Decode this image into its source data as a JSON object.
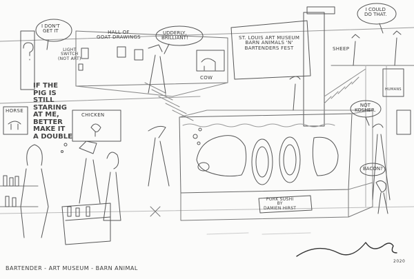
{
  "speech": {
    "dont_get_it": "I DON'T\nGET IT",
    "udderly": "UDDERLY,\nBRILLIANT!",
    "could_do": "I COULD\nDO THAT.",
    "not_kosher": "NOT\nKOSHER.",
    "bacon": "BACON?"
  },
  "signs": {
    "light_switch": "LIGHT\nSWITCH\n(NOT ART)",
    "goat_hall": "HALL OF\nGOAT DRAWINGS",
    "fest_banner": "ST. LOUIS ART MUSEUM\nBARN ANIMALS 'N'\nBARTENDERS FEST",
    "cow": "COW",
    "horse": "HORSE",
    "chicken": "CHICKEN",
    "sheep": "SHEEP",
    "humans": "HUMANS",
    "pork_sushi": "PORK SUSHI\nBY\nDAMIEN HIRST"
  },
  "thought": "IF THE\nPIG IS\nSTILL\nSTARING\nAT ME,\nBETTER\nMAKE IT\nA DOUBLE",
  "caption": "BARTENDER - ART MUSEUM - BARN ANIMAL",
  "year": "2020"
}
